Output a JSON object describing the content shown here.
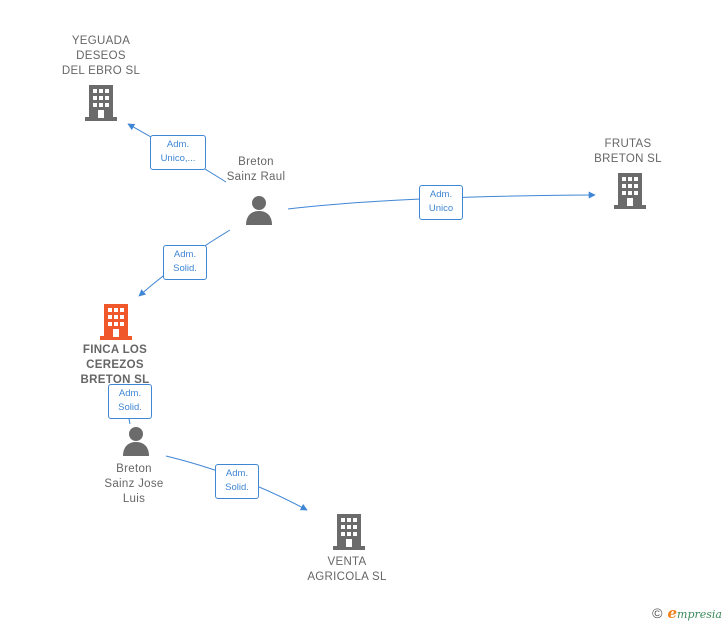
{
  "colors": {
    "edge": "#3f86d4",
    "node_gray": "#6b6b6b",
    "node_highlight": "#f0582b"
  },
  "nodes": {
    "yeguada": {
      "type": "company",
      "icon": "building-icon",
      "lines": [
        "YEGUADA",
        "DESEOS",
        "DEL EBRO SL"
      ]
    },
    "frutas": {
      "type": "company",
      "icon": "building-icon",
      "lines": [
        "FRUTAS",
        "BRETON  SL"
      ]
    },
    "finca": {
      "type": "company",
      "icon": "building-icon",
      "highlight": true,
      "lines": [
        "FINCA LOS",
        "CEREZOS",
        "BRETON  SL"
      ]
    },
    "venta": {
      "type": "company",
      "icon": "building-icon",
      "lines": [
        "VENTA",
        "AGRICOLA  SL"
      ]
    },
    "raul": {
      "type": "person",
      "icon": "person-icon",
      "lines": [
        "Breton",
        "Sainz Raul"
      ]
    },
    "jose": {
      "type": "person",
      "icon": "person-icon",
      "lines": [
        "Breton",
        "Sainz Jose",
        "Luis"
      ]
    }
  },
  "edges": [
    {
      "id": "raul-yeguada",
      "lines": [
        "Adm.",
        "Unico,..."
      ]
    },
    {
      "id": "raul-frutas",
      "lines": [
        "Adm.",
        "Unico"
      ]
    },
    {
      "id": "raul-finca",
      "lines": [
        "Adm.",
        "Solid."
      ]
    },
    {
      "id": "jose-finca",
      "lines": [
        "Adm.",
        "Solid."
      ]
    },
    {
      "id": "jose-venta",
      "lines": [
        "Adm.",
        "Solid."
      ]
    }
  ],
  "footer": {
    "copyright": "©",
    "brand_initial": "e",
    "brand_rest": "mpresia"
  }
}
